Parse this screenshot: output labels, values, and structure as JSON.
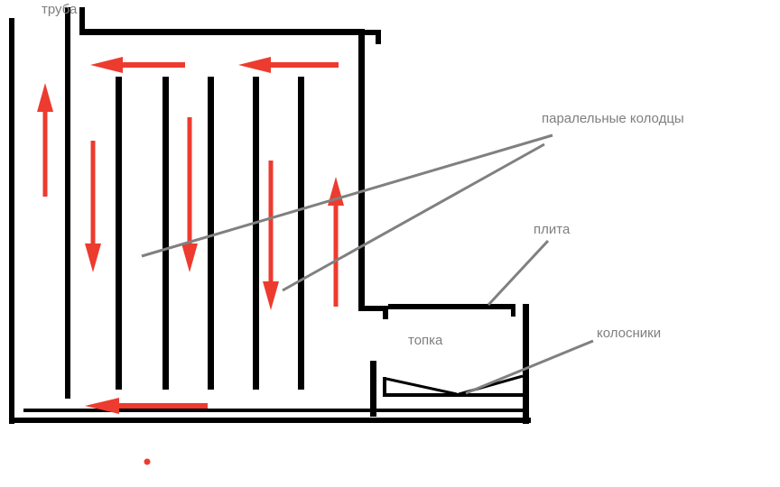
{
  "labels": {
    "chimney": "труба",
    "parallel_wells": "паралельные колодцы",
    "plate": "плита",
    "firebox": "топка",
    "grate": "колосники"
  },
  "colors": {
    "line": "#000000",
    "arrow": "#ed3b2f",
    "label": "#7f7f7f",
    "pointer": "#808080",
    "background": "#ffffff"
  }
}
